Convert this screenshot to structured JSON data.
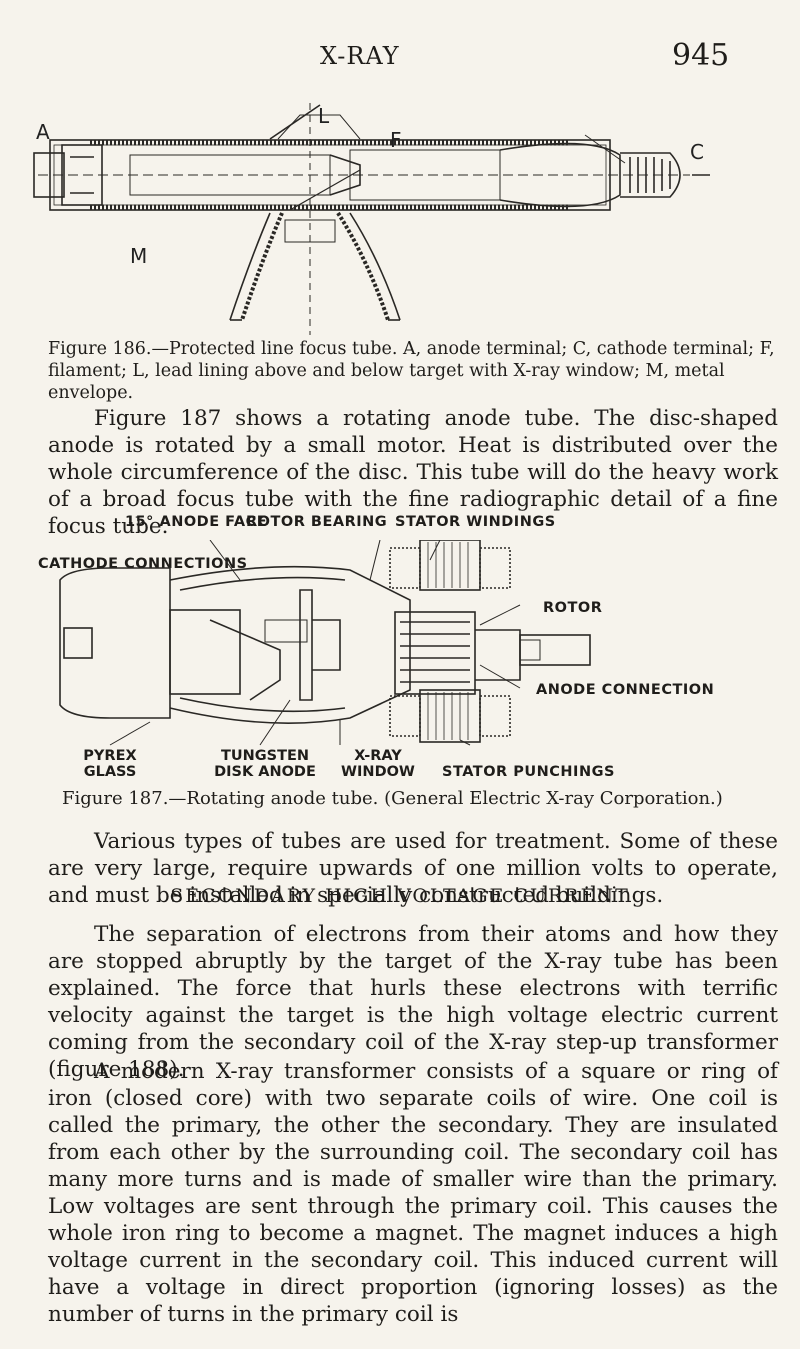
{
  "header": {
    "title": "X-RAY",
    "page_number": "945"
  },
  "figure186": {
    "letters": {
      "A": "A",
      "L": "L",
      "F": "F",
      "C": "C",
      "M": "M"
    },
    "caption": "Figure 186.—Protected line focus tube. A, anode terminal; C, cathode terminal; F, filament; L, lead lining above and below target with X-ray window; M, metal envelope."
  },
  "paragraph1": "Figure 187 shows a rotating anode tube. The disc-shaped anode is rotated by a small motor. Heat is distributed over the whole circumference of the disc. This tube will do the heavy work of a broad focus tube with the fine radiographic detail of a fine focus tube.",
  "figure187": {
    "labels": {
      "anode_face": "15° ANODE FACE",
      "rotor_bearing": "ROTOR BEARING",
      "stator_windings": "STATOR WINDINGS",
      "cathode_connections": "CATHODE CONNECTIONS",
      "rotor": "ROTOR",
      "anode_connection": "ANODE CONNECTION",
      "pyrex_glass": "PYREX GLASS",
      "tungsten_disk_anode": "TUNGSTEN DISK ANODE",
      "xray_window": "X-RAY WINDOW",
      "stator_punchings": "STATOR PUNCHINGS"
    },
    "caption": "Figure 187.—Rotating anode tube. (General Electric X-ray Corporation.)"
  },
  "paragraph2": "Various types of tubes are used for treatment. Some of these are very large, require upwards of one million volts to operate, and must be installed in specially constructed buildings.",
  "section_heading": "SECONDARY HIGH VOLTAGE CURRENT",
  "paragraph3": "The separation of electrons from their atoms and how they are stopped abruptly by the target of the X-ray tube has been explained. The force that hurls these electrons with terrific velocity against the target is the high voltage electric current coming from the secondary coil of the X-ray step-up transformer (figure 188).",
  "paragraph4": "A modern X-ray transformer consists of a square or ring of iron (closed core) with two separate coils of wire. One coil is called the primary, the other the secondary. They are insulated from each other by the surrounding coil. The secondary coil has many more turns and is made of smaller wire than the primary. Low voltages are sent through the primary coil. This causes the whole iron ring to become a magnet. The magnet induces a high voltage current in the secondary coil. This induced current will have a voltage in direct proportion (ignoring losses) as the number of turns in the primary coil is"
}
